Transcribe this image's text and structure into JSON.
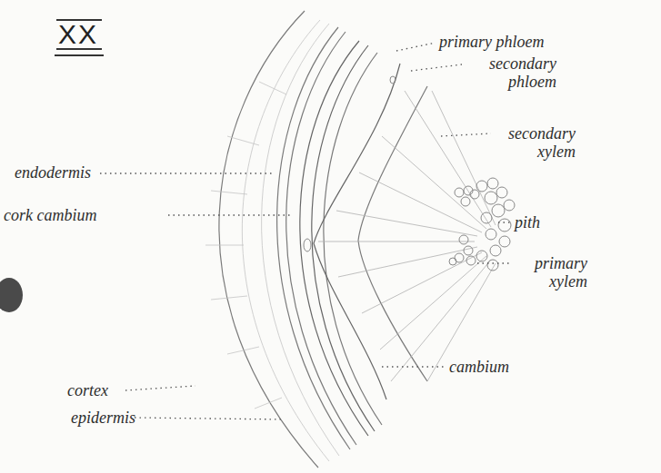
{
  "diagram": {
    "title": "XX",
    "labels": [
      "primary phloem",
      "secondary phloem",
      "secondary xylem",
      "pith",
      "primary xylem",
      "cambium",
      "endodermis",
      "cork cambium",
      "cortex",
      "epidermis"
    ]
  }
}
